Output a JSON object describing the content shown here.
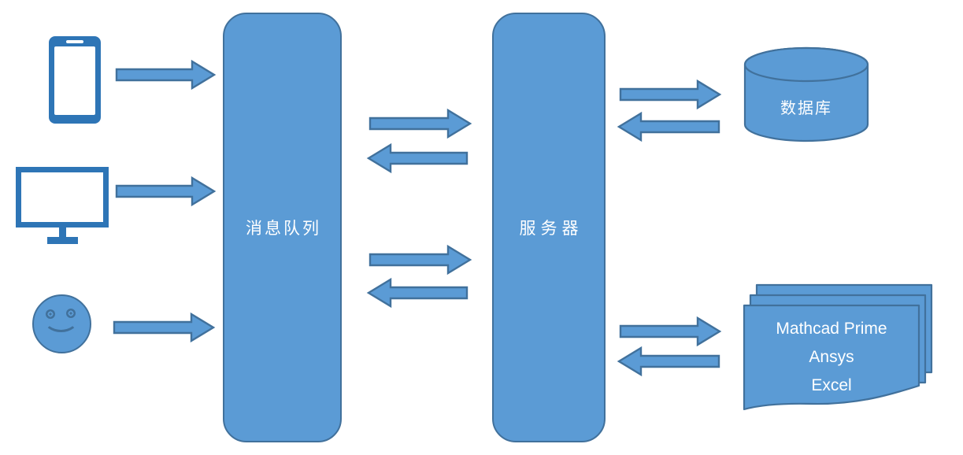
{
  "colors": {
    "canvas_bg": "#ffffff",
    "shape_fill": "#5b9bd5",
    "shape_border": "#41719c",
    "icon_color": "#2e75b6",
    "label_color": "#ffffff"
  },
  "nodes": {
    "message_queue": {
      "label": "消息队列"
    },
    "server": {
      "label": "服务器"
    },
    "database": {
      "label": "数据库"
    },
    "applications": {
      "lines": [
        "Mathcad Prime",
        "Ansys",
        "Excel"
      ]
    }
  },
  "icons": [
    "phone-icon",
    "monitor-icon",
    "smiley-icon"
  ],
  "arrows": {
    "phone_to_queue": "right",
    "monitor_to_queue": "right",
    "user_to_queue": "right",
    "queue_server_top": "bidirectional",
    "queue_server_bottom": "bidirectional",
    "server_database": "bidirectional",
    "server_applications": "bidirectional"
  }
}
